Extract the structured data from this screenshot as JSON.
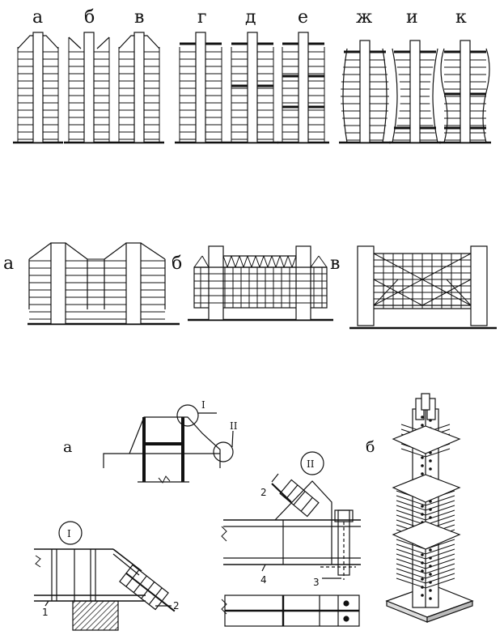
{
  "row1": {
    "labels": [
      "а",
      "б",
      "в",
      "г",
      "д",
      "е",
      "ж",
      "и",
      "к"
    ]
  },
  "row2": {
    "labels": [
      "а",
      "б",
      "в"
    ]
  },
  "row3": {
    "labels": [
      "а",
      "б"
    ],
    "callouts": {
      "node_one": "I",
      "node_two": "II",
      "detail_one_title": "I",
      "detail_two_title": "II",
      "part_1": "1",
      "part_2_left": "2",
      "part_2_right": "2",
      "part_3": "3",
      "part_4": "4"
    }
  },
  "colors": {
    "ink": "#111111",
    "paper": "#ffffff",
    "hatch": "#222222"
  }
}
